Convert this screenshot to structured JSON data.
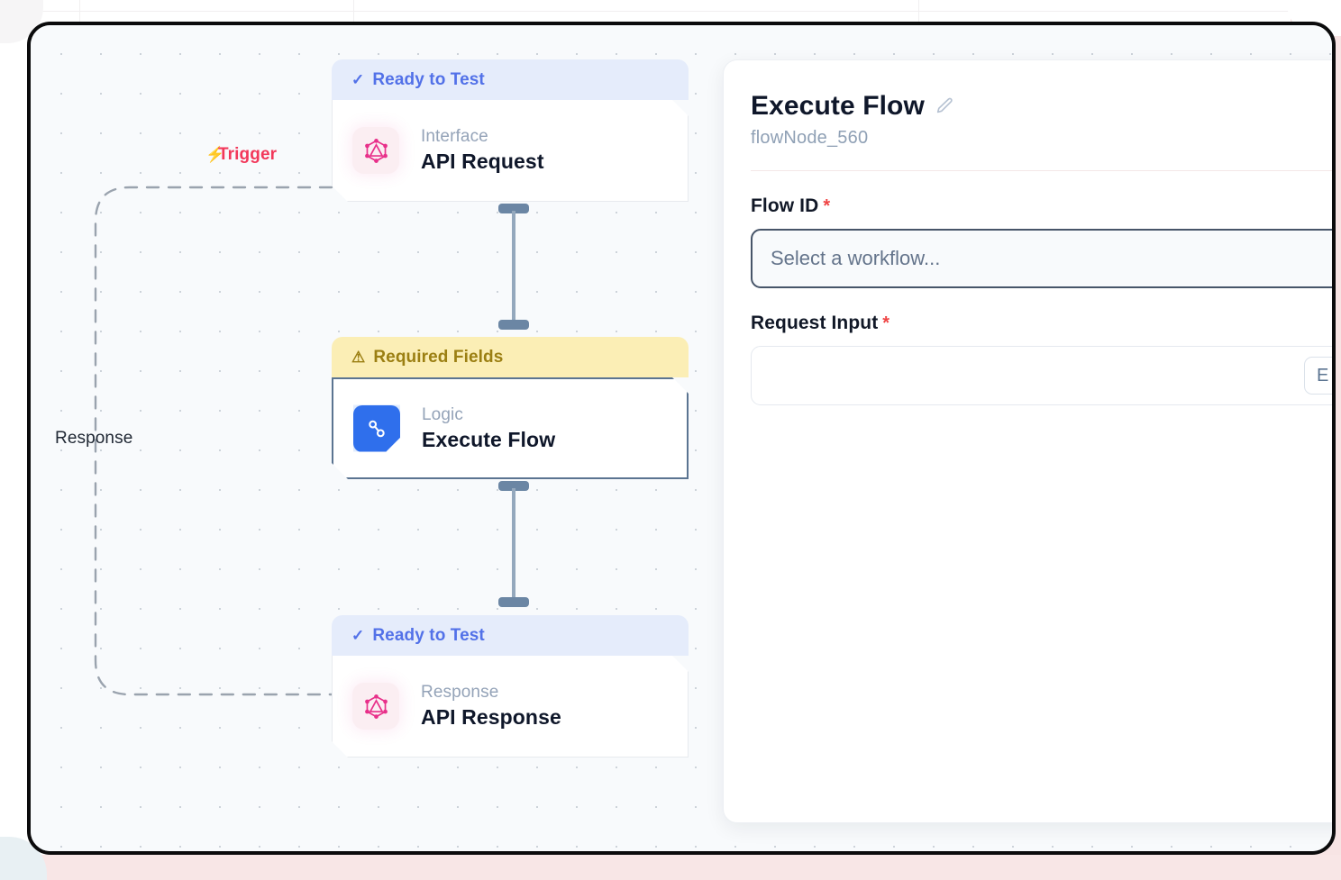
{
  "canvas": {
    "trigger_label": "Trigger",
    "trigger_icon": "lightning-bolt-icon",
    "response_label": "Response"
  },
  "nodes": [
    {
      "status": "Ready to Test",
      "status_icon": "check-icon",
      "status_type": "ready",
      "kind": "Interface",
      "title": "API Request",
      "icon": "graphql-icon"
    },
    {
      "status": "Required Fields",
      "status_icon": "warning-triangle-icon",
      "status_type": "warn",
      "kind": "Logic",
      "title": "Execute Flow",
      "icon": "flow-branch-icon"
    },
    {
      "status": "Ready to Test",
      "status_icon": "check-icon",
      "status_type": "ready",
      "kind": "Response",
      "title": "API Response",
      "icon": "graphql-icon"
    }
  ],
  "inspector": {
    "title": "Execute Flow",
    "edit_icon": "pencil-icon",
    "subtitle": "flowNode_560",
    "fields": [
      {
        "label": "Flow ID",
        "required_mark": "*",
        "placeholder": "Select a workflow..."
      },
      {
        "label": "Request Input",
        "required_mark": "*",
        "value": "",
        "button_label": "E"
      }
    ]
  },
  "colors": {
    "ready_bg": "#e5ecfb",
    "ready_text": "#5271e8",
    "warn_bg": "#fbeeb5",
    "warn_text": "#9b7f12",
    "trigger": "#f2385a",
    "accent_blue": "#2f6fec",
    "graphql_pink": "#e8308a",
    "required_red": "#ef4444"
  }
}
